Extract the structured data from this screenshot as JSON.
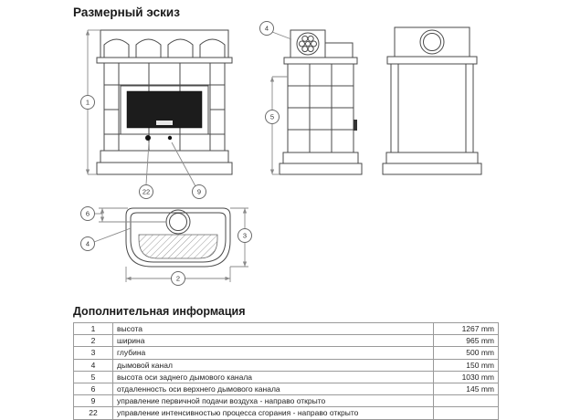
{
  "title": "Размерный эскиз",
  "info": {
    "title": "Дополнительная информация",
    "rows": [
      {
        "num": "1",
        "label": "высота",
        "value": "1267 mm"
      },
      {
        "num": "2",
        "label": "ширина",
        "value": "965 mm"
      },
      {
        "num": "3",
        "label": "глубина",
        "value": "500 mm"
      },
      {
        "num": "4",
        "label": "дымовой канал",
        "value": "150 mm"
      },
      {
        "num": "5",
        "label": "высота оси заднего дымового канала",
        "value": "1030 mm"
      },
      {
        "num": "6",
        "label": "отдаленность оси верхнего дымового канала",
        "value": "145 mm"
      },
      {
        "num": "9",
        "label": "управление первичной подачи воздуха - направо открыто",
        "value": ""
      },
      {
        "num": "22",
        "label": "управление интенсивностью процесса сгорания - направо открыто",
        "value": ""
      }
    ]
  },
  "callouts": {
    "height": "1",
    "width": "2",
    "depth": "3",
    "flue_side": "4",
    "flue_top": "4",
    "rear_flue_axis": "5",
    "top_flue_offset": "6",
    "primary_air": "9",
    "combustion_control": "22"
  },
  "colors": {
    "line": "#4a4a4a",
    "dimension": "#8a8a8a",
    "dark_fill": "#1c1c1c"
  }
}
